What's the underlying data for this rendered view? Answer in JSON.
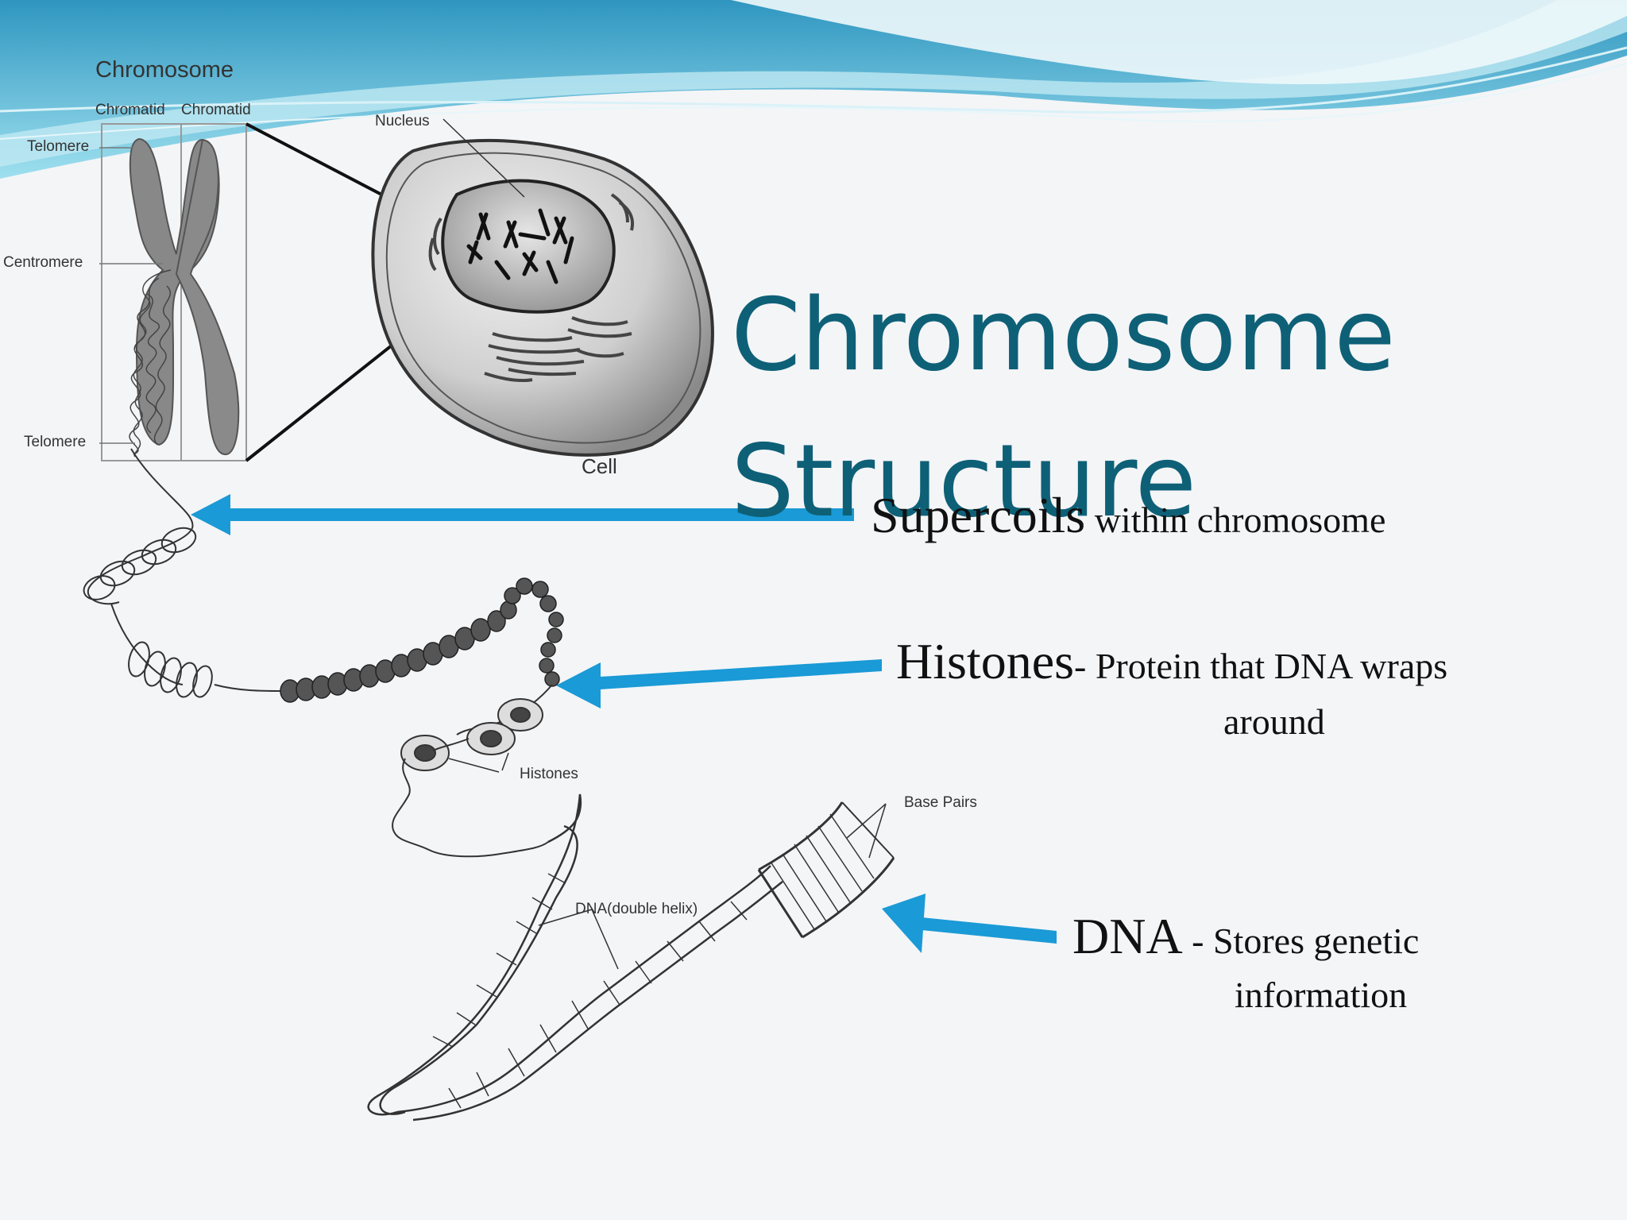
{
  "title": {
    "line1": "Chromosome",
    "line2": "Structure"
  },
  "diagram_labels": {
    "chromosome": "Chromosome",
    "chromatid_left": "Chromatid",
    "chromatid_right": "Chromatid",
    "telomere_top": "Telomere",
    "centromere": "Centromere",
    "telomere_bottom": "Telomere",
    "nucleus": "Nucleus",
    "cell": "Cell",
    "histones": "Histones",
    "base_pairs": "Base Pairs",
    "dna_double_helix": "DNA(double helix)"
  },
  "annotations": {
    "supercoils": {
      "term": "Supercoils",
      "desc": " within chromosome"
    },
    "histones": {
      "term": "Histones",
      "desc": "- Protein that DNA wraps",
      "desc2": "around"
    },
    "dna": {
      "term": "DNA",
      "desc": " - Stores genetic",
      "desc2": "information"
    }
  },
  "colors": {
    "title": "#0e6077",
    "arrow": "#1a9ad6",
    "header_wave": "#5fc3dc"
  }
}
